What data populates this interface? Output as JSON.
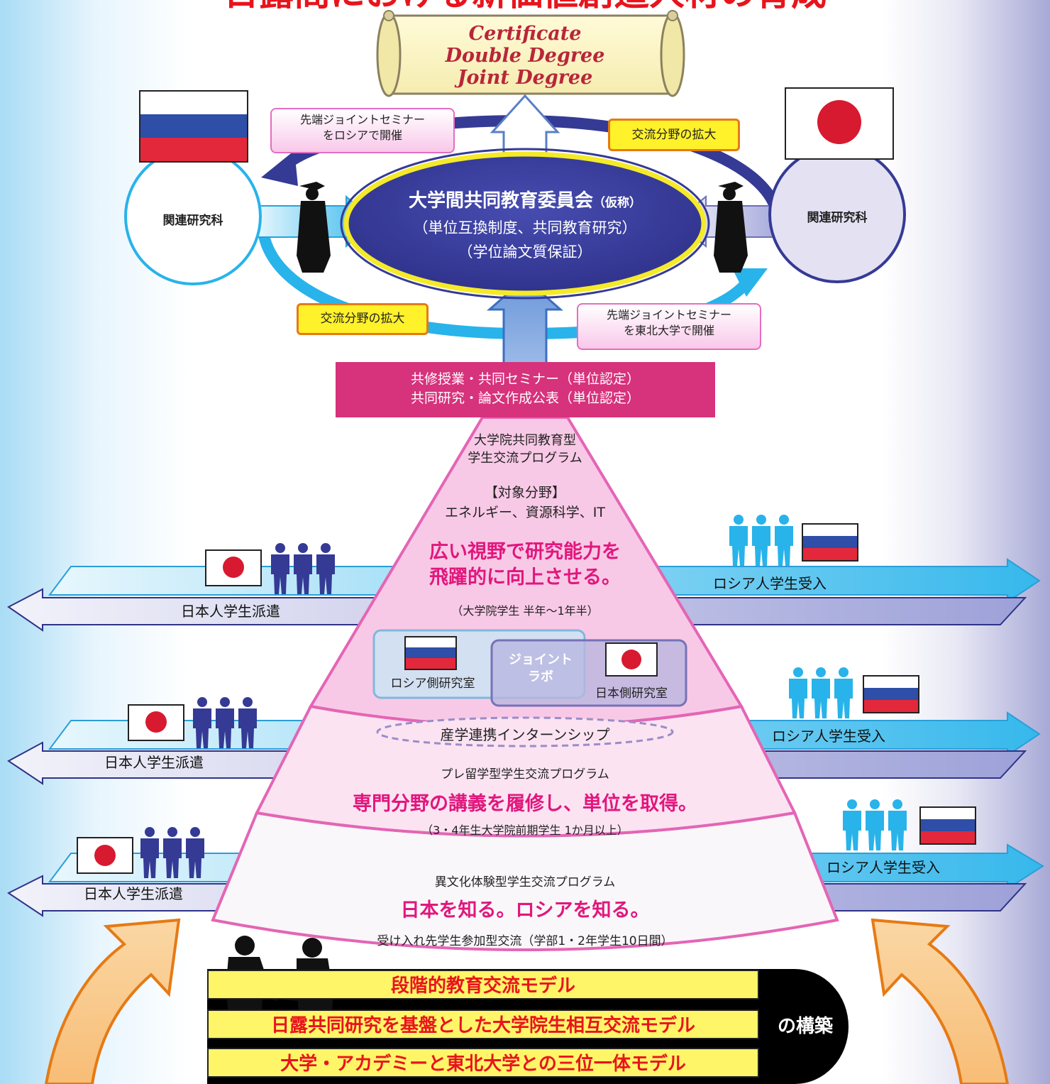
{
  "title": "日露間における新価値創造人材の育成",
  "certificate": {
    "line1": "Certificate",
    "line2": "Double Degree",
    "line3": "Joint Degree"
  },
  "seminar_russia": "先端ジョイントセミナー\nをロシアで開催",
  "seminar_tohoku": "先端ジョイントセミナー\nを東北大学で開催",
  "expand_top": "交流分野の拡大",
  "expand_bottom": "交流分野の拡大",
  "left_circle": "関連研究科",
  "right_circle": "関連研究科",
  "committee": {
    "name": "大学間共同教育委員会",
    "suffix": "（仮称）",
    "line2": "（単位互換制度、共同教育研究）",
    "line3": "（学位論文質保証）"
  },
  "magenta_bar": {
    "line1": "共修授業・共同セミナー（単位認定）",
    "line2": "共同研究・論文作成公表（単位認定）"
  },
  "tier1": {
    "program1": "大学院共同教育型",
    "program2": "学生交流プログラム",
    "fields_head": "【対象分野】",
    "fields": "エネルギー、資源科学、IT",
    "slogan1": "広い視野で研究能力を",
    "slogan2": "飛躍的に向上させる。",
    "note": "（大学院学生 半年〜1年半）",
    "russia_lab": "ロシア側研究室",
    "joint_lab": "ジョイント\nラボ",
    "japan_lab": "日本側研究室"
  },
  "tier2": {
    "intern": "産学連携インターンシップ",
    "program": "プレ留学型学生交流プログラム",
    "slogan": "専門分野の講義を履修し、単位を取得。",
    "note": "（3・4年生大学院前期学生 1か月以上）"
  },
  "tier3": {
    "program": "異文化体験型学生交流プログラム",
    "slogan": "日本を知る。ロシアを知る。",
    "note": "受け入れ先学生参加型交流（学部1・2年学生10日間）"
  },
  "arrows": {
    "dispatch1": "日本人学生派遣",
    "receive1": "ロシア人学生受入",
    "dispatch2": "日本人学生派遣",
    "receive2": "ロシア人学生受入",
    "dispatch3": "日本人学生派遣",
    "receive3": "ロシア人学生受入"
  },
  "bottom": {
    "model1": "段階的教育交流モデル",
    "model2": "日露共同研究を基盤とした大学院生相互交流モデル",
    "model3": "大学・アカデミーと東北大学との三位一体モデル",
    "tail": "の構築"
  },
  "colors": {
    "title": "#e8141c",
    "magenta": "#e1177d",
    "navy": "#353a95",
    "cyan": "#28b3ea",
    "pyramid_outline": "#e465b5"
  }
}
